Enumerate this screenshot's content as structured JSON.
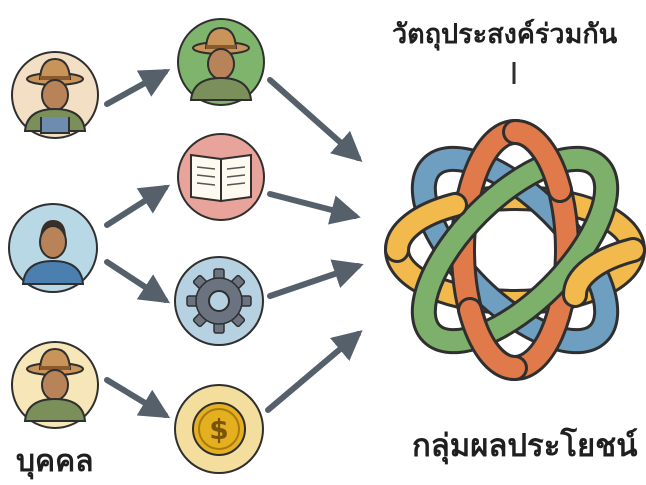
{
  "labels": {
    "goal": "วัตถุประสงค์ร่วมกัน",
    "group": "กลุ่มผลประโยชน์",
    "individuals": "บุคคล"
  },
  "people": [
    {
      "role": "farmer",
      "icon": "farmer-icon",
      "bg": "#f3e0c4"
    },
    {
      "role": "person",
      "icon": "person-icon",
      "bg": "#b9d8e6"
    },
    {
      "role": "farmer",
      "icon": "farmer-icon",
      "bg": "#f6e6b8"
    }
  ],
  "interests": [
    {
      "icon": "farmer-icon",
      "bg": "#7fb46d"
    },
    {
      "icon": "book-icon",
      "bg": "#e8a39a"
    },
    {
      "icon": "gear-icon",
      "bg": "#b6d2e2"
    },
    {
      "icon": "dollar-coin-icon",
      "bg": "#f3de9e"
    }
  ],
  "strands": [
    {
      "color": "#f2b94d"
    },
    {
      "color": "#6e9ec0"
    },
    {
      "color": "#e07a4a"
    },
    {
      "color": "#7db06b"
    }
  ],
  "colors": {
    "arrow": "#55606b",
    "outline": "#2f2f2f"
  }
}
